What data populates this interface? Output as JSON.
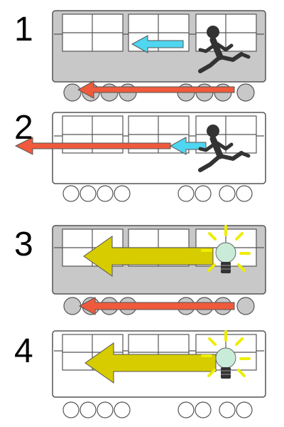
{
  "panels": [
    {
      "step": "1",
      "car_color": "#c8c8c8",
      "wheel_color": "#c8c8c8",
      "frame_arrow": "red",
      "inner_signal": "runner",
      "signal_arrow": "blue"
    },
    {
      "step": "2",
      "car_color": "#ffffff",
      "wheel_color": "#ffffff",
      "frame_arrow": "red",
      "inner_signal": "runner",
      "signal_arrow": "blue"
    },
    {
      "step": "3",
      "car_color": "#c8c8c8",
      "wheel_color": "#c8c8c8",
      "frame_arrow": "red",
      "inner_signal": "light-bulb",
      "signal_arrow": "yellow"
    },
    {
      "step": "4",
      "car_color": "#ffffff",
      "wheel_color": "#ffffff",
      "frame_arrow": "none",
      "inner_signal": "light-bulb",
      "signal_arrow": "yellow"
    }
  ],
  "colors": {
    "red_arrow": "#f05a3c",
    "blue_arrow": "#4fd6f0",
    "yellow_arrow": "#d6cc00",
    "bulb_glow": "#c8ecd8",
    "bulb_rays": "#eded00",
    "outline": "#555555"
  },
  "icons": [
    "train-car",
    "runner-icon",
    "light-bulb-icon"
  ]
}
